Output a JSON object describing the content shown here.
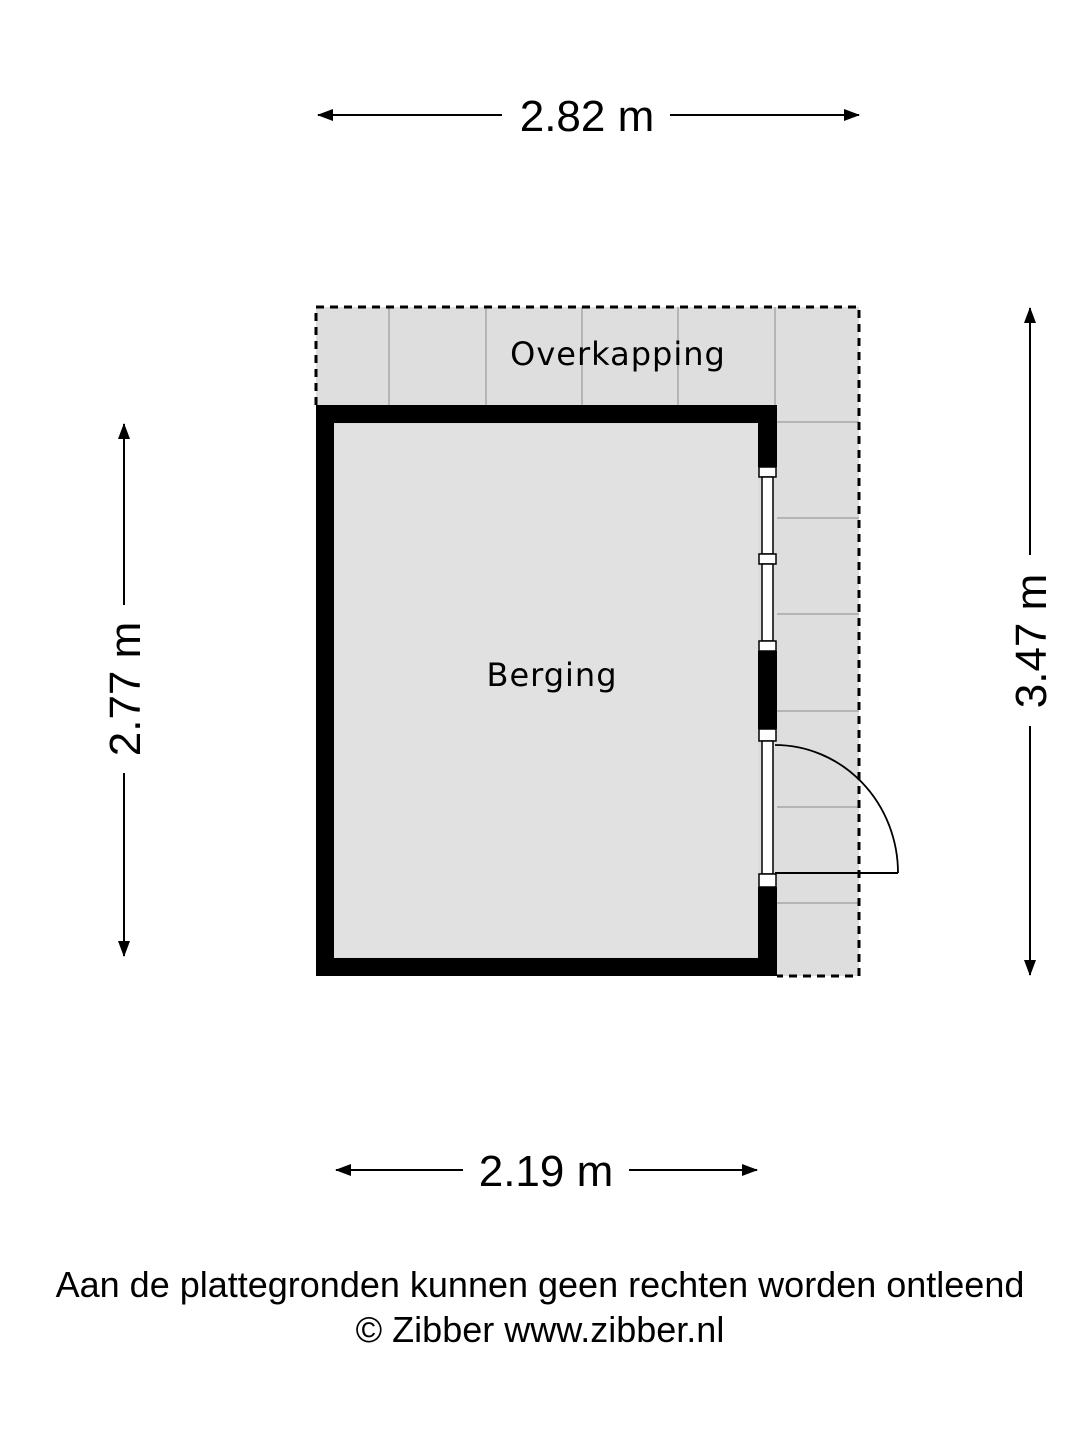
{
  "dimensions": {
    "top_width": "2.82 m",
    "bottom_width": "2.19 m",
    "left_height": "2.77 m",
    "right_height": "3.47 m"
  },
  "rooms": {
    "overkapping": "Overkapping",
    "berging": "Berging"
  },
  "footer": {
    "disclaimer": "Aan de plattegronden kunnen geen rechten worden ontleend",
    "copyright": "© Zibber www.zibber.nl"
  },
  "colors": {
    "wall": "#000000",
    "floor": "#dcdcdc",
    "overkapping_fill": "#dedede",
    "tile_lines": "#9a9a9a",
    "background": "#ffffff"
  }
}
